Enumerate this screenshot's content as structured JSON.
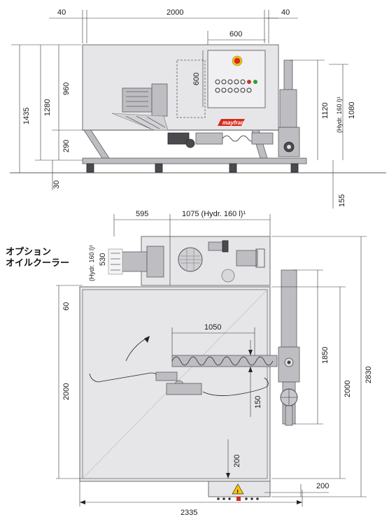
{
  "dimensions": {
    "side_view": {
      "left_margin": "40",
      "overall_length": "2000",
      "right_margin": "40",
      "panel_width": "600",
      "panel_height": "600",
      "total_height": "1435",
      "tank_height": "1280",
      "upper_height": "960",
      "leg_height": "290",
      "floor_offset": "30",
      "pump_height": "1120",
      "hydraulic_label": "(Hydr. 160 l)¹",
      "pump_height_hydr": "1080",
      "right_offset": "155"
    },
    "top_view": {
      "motor_width": "595",
      "hydr_width": "1075 (Hydr. 160 l)¹",
      "hydr_side_label": "(Hydr. 160 l)¹",
      "motor_depth": "530",
      "top_gap": "60",
      "screw_length": "1050",
      "tank_depth": "2000",
      "pump_depth": "1850",
      "depth_right": "2000",
      "overall_depth": "2830",
      "screw_offset": "150",
      "bottom_gap": "200",
      "right_gap": "200",
      "overall_width": "2335"
    }
  },
  "notes": {
    "option_line1": "オプション",
    "option_line2": "オイルクーラー"
  },
  "brand": {
    "logo_text": "mayfran"
  },
  "colors": {
    "machine_body": "#e6e6e8",
    "outline": "#6d6d70",
    "stop_button": "#d62a1e",
    "stop_ring": "#f2c200",
    "green_button": "#2f9a3e",
    "red_button": "#c0392b",
    "warning_sign": "#f5c400"
  }
}
